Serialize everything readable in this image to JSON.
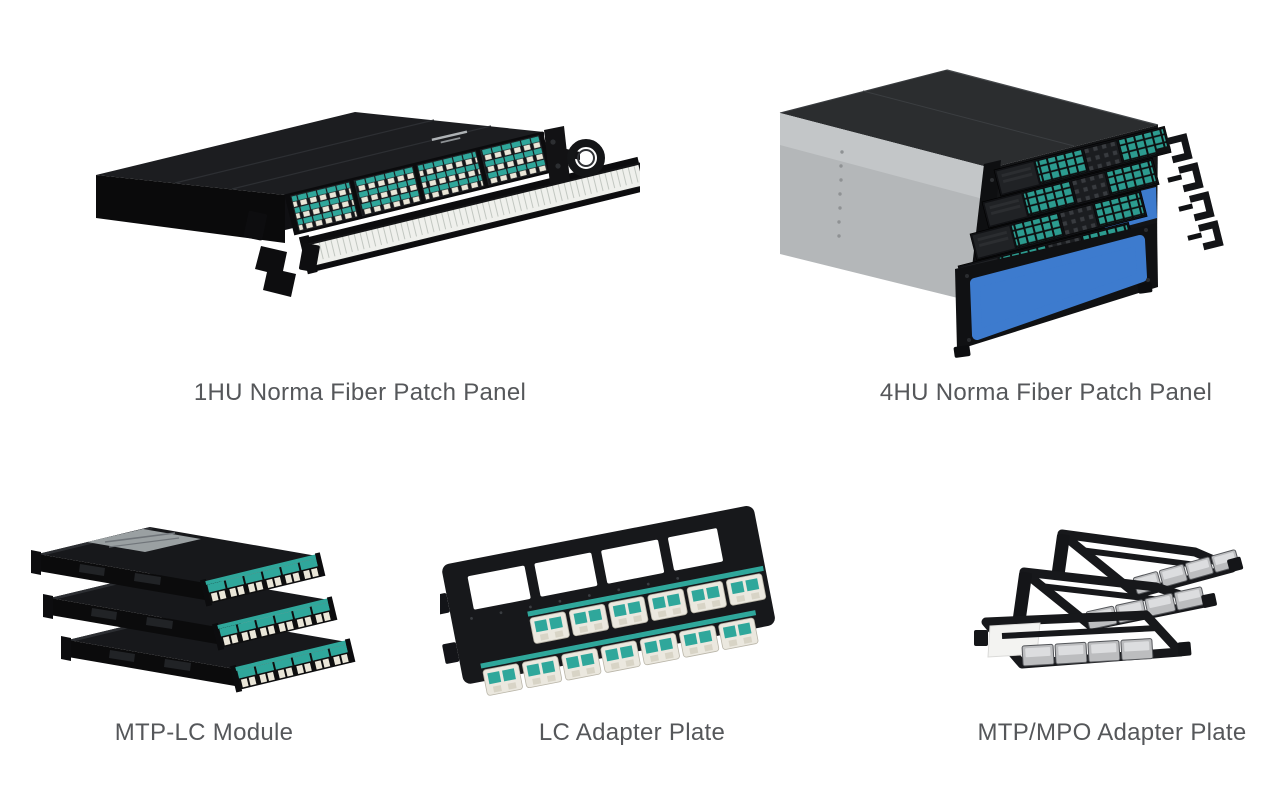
{
  "page": {
    "background": "#ffffff",
    "caption_color": "#55575a"
  },
  "products": [
    {
      "id": "1hu-norma-fiber-patch-panel",
      "caption": "1HU Norma Fiber Patch Panel"
    },
    {
      "id": "4hu-norma-fiber-patch-panel",
      "caption": "4HU Norma Fiber Patch Panel"
    },
    {
      "id": "mtp-lc-module",
      "caption": "MTP-LC Module"
    },
    {
      "id": "lc-adapter-plate",
      "caption": "LC Adapter Plate"
    },
    {
      "id": "mtp-mpo-adapter-plate",
      "caption": "MTP/MPO Adapter Plate"
    }
  ],
  "colors": {
    "chassis_black": "#141416",
    "aqua_connector": "#2fa79b",
    "connector_boot_cream": "#eae6d8",
    "enclosure_top_charcoal": "#2b2d2f",
    "enclosure_side_gray": "#b4b7b9",
    "door_window_blue": "#3d7bce",
    "mpo_adapter_gray": "#bcbdbf",
    "label_tray_white": "#eff0ec"
  }
}
